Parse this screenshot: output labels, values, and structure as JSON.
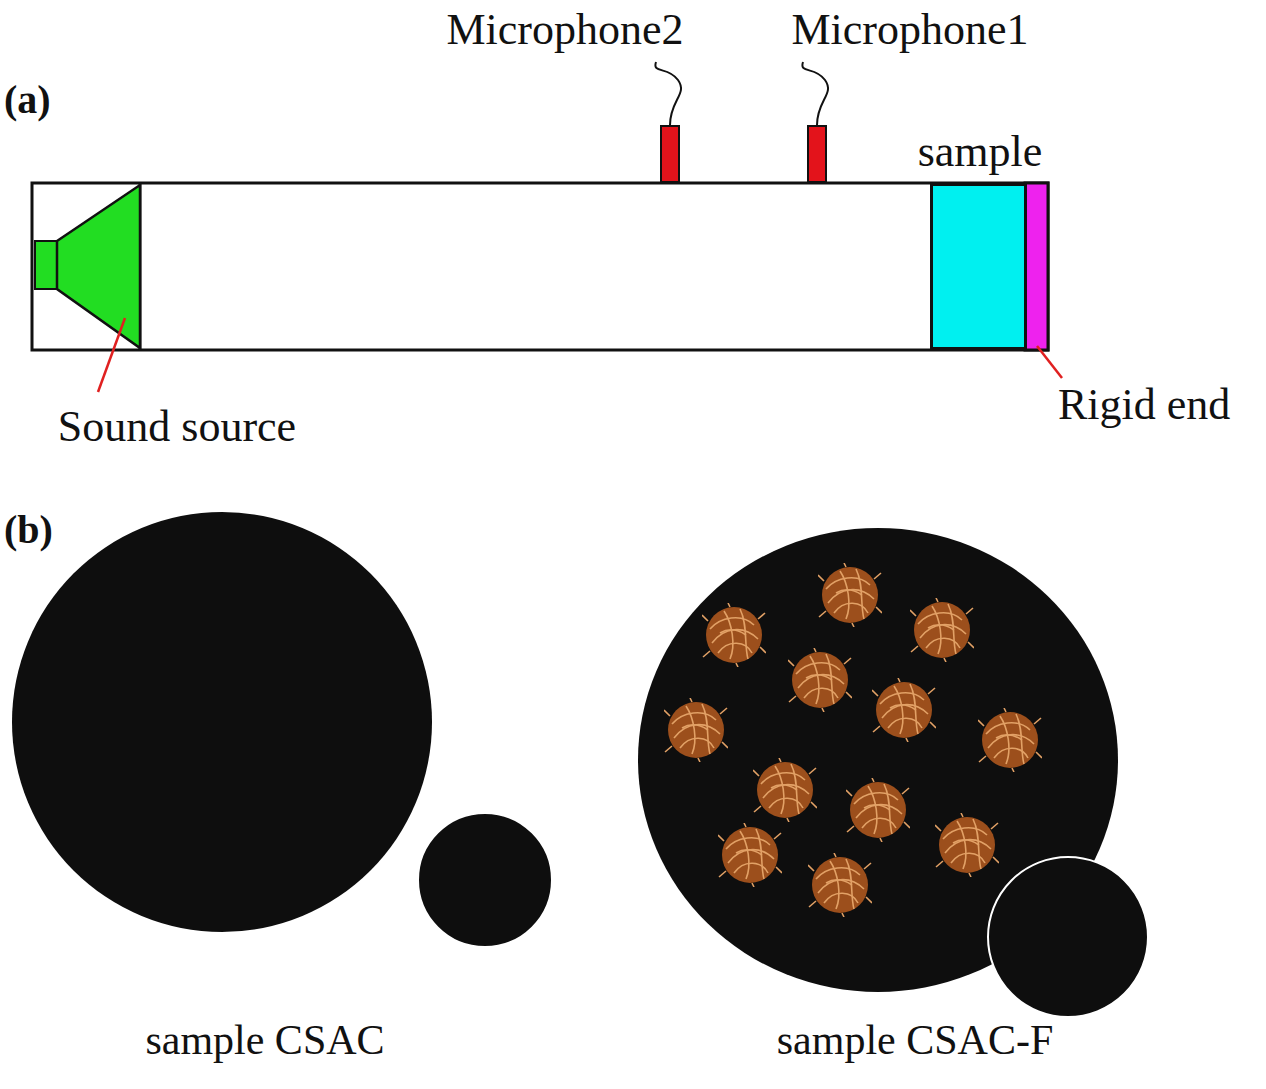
{
  "diagram": {
    "nodes": [
      {
        "text": [
          "Microphone2"
        ]
      },
      {
        "text": [
          "Microphone1"
        ]
      },
      {
        "text": [
          "sample"
        ]
      }
    ],
    "labels": [
      "(a)",
      "Sound source",
      "Rigid end",
      "(b)",
      "sample CSAC",
      "sample CSAC-F"
    ]
  }
}
